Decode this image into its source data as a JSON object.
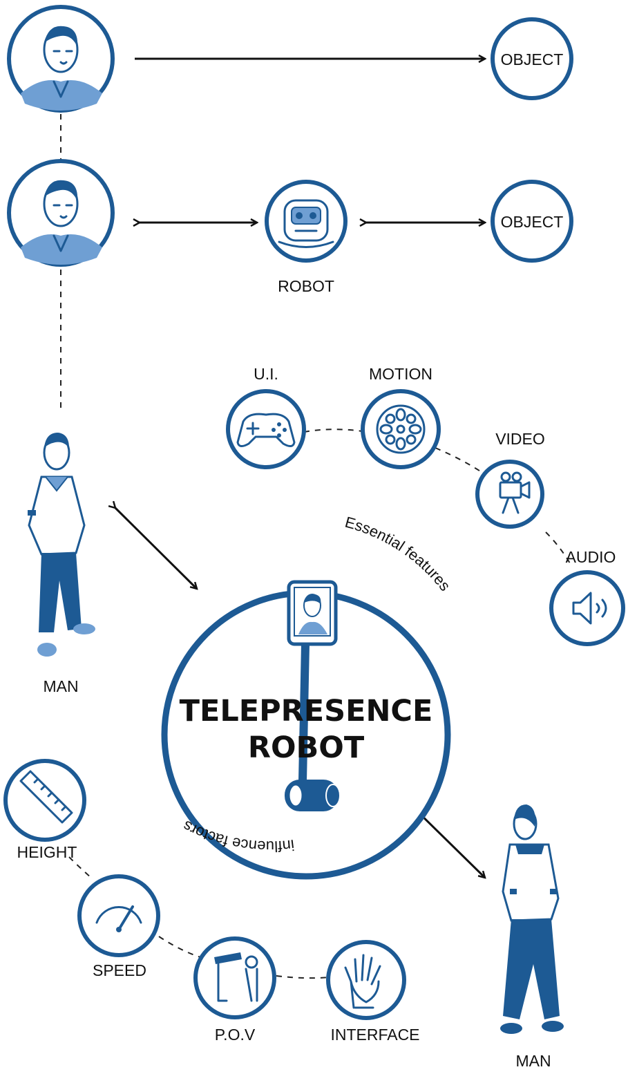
{
  "nodes": {
    "object_top": "OBJECT",
    "object_mid": "OBJECT",
    "robot": "ROBOT",
    "ui": "U.I.",
    "motion": "MOTION",
    "video": "VIDEO",
    "audio": "AUDIO",
    "height": "HEIGHT",
    "speed": "SPEED",
    "pov": "P.O.V",
    "interface": "INTERFACE",
    "man_left": "MAN",
    "man_right": "MAN"
  },
  "center": {
    "title_line1": "TELEPRESENCE",
    "title_line2": "ROBOT"
  },
  "arc_labels": {
    "essential": "Essential features",
    "influence": "influence factors"
  },
  "colors": {
    "primary_blue": "#1d5a94",
    "light_blue": "#6f9fd3",
    "text": "#111111"
  }
}
